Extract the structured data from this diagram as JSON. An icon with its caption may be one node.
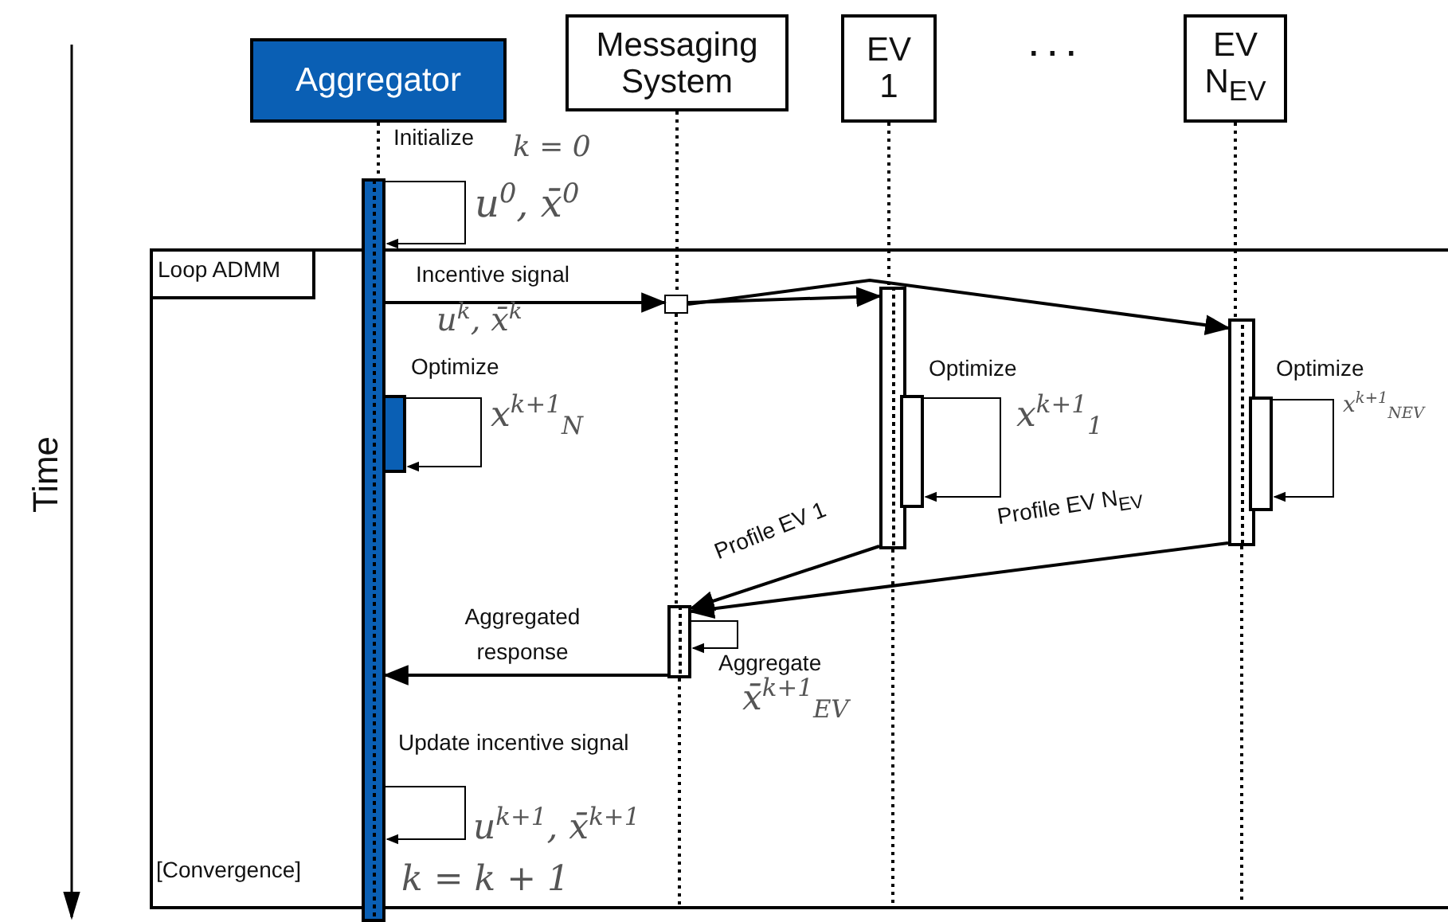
{
  "diagram": {
    "nodes": [
      {
        "text": [
          "Aggregator"
        ]
      },
      {
        "text": [
          "Messaging System"
        ]
      },
      {
        "text": [
          "EV 1"
        ]
      },
      {
        "text": [
          "EV N$_{EV}$"
        ]
      },
      {
        "text": [
          "Loop ADMM",
          "[Convergence]"
        ]
      },
      {
        "text": [],
        "shape": "bar"
      },
      {
        "text": [],
        "shape": "bar",
        "in": 4
      },
      {
        "text": [],
        "shape": "box",
        "in": 4
      },
      {
        "text": [],
        "shape": "bar",
        "in": 4
      },
      {
        "text": [],
        "shape": "bar",
        "in": 4
      },
      {
        "text": [],
        "shape": "bar",
        "in": 4
      },
      {
        "text": [],
        "shape": "bar",
        "in": 4
      },
      {
        "text": [],
        "shape": "bar",
        "in": 4
      }
    ],
    "edges": [
      {
        "from": 5,
        "to": 5,
        "arrow": "to",
        "label": "Initialize"
      },
      {
        "from": 5,
        "to": 7,
        "arrow": "to",
        "label": "Incentive signal"
      },
      {
        "from": 7,
        "to": 8,
        "arrow": "to"
      },
      {
        "from": 7,
        "to": 10,
        "arrow": "to"
      },
      {
        "from": 6,
        "to": 6,
        "arrow": "to",
        "label": "Optimize"
      },
      {
        "from": 9,
        "to": 9,
        "arrow": "to",
        "label": "Optimize"
      },
      {
        "from": 11,
        "to": 11,
        "arrow": "to",
        "label": "Optimize"
      },
      {
        "from": 8,
        "to": 12,
        "arrow": "to",
        "label": "Profile EV 1"
      },
      {
        "from": 10,
        "to": 12,
        "arrow": "to",
        "label": "Profile EV N$_{EV}$"
      },
      {
        "from": 12,
        "to": 12,
        "arrow": "to",
        "label": "Aggregate"
      },
      {
        "from": 12,
        "to": 5,
        "arrow": "to",
        "label": "Aggregated response"
      },
      {
        "from": 5,
        "to": 5,
        "arrow": "to",
        "label": "Update incentive signal"
      },
      {
        "from": 0,
        "to": 5,
        "arrow": "none",
        "style": "dashed"
      },
      {
        "from": 1,
        "to": 7,
        "arrow": "none",
        "style": "dashed"
      },
      {
        "from": 7,
        "to": 12,
        "arrow": "none",
        "style": "dashed"
      },
      {
        "from": 12,
        "to": null,
        "arrow": "none",
        "style": "dashed"
      },
      {
        "from": 2,
        "to": 8,
        "arrow": "none",
        "style": "dashed"
      },
      {
        "from": 8,
        "to": null,
        "arrow": "none",
        "style": "dashed"
      },
      {
        "from": 3,
        "to": 10,
        "arrow": "none",
        "style": "dashed"
      },
      {
        "from": 10,
        "to": null,
        "arrow": "none",
        "style": "dashed"
      }
    ],
    "labels": [
      "Time",
      "...",
      "k = 0",
      "u$^{0}$, x̄$^{0}$",
      "u$^{k}$, x̄$^{k}$",
      "x$^{k+1}$$_{N}$",
      "x$^{k+1}$$_{1}$",
      "x$^{k+1}$$_{N}$$_{EV}$",
      "x̄$^{k+1}$$_{EV}$",
      "u$^{k+1}$, x̄$^{k+1}$",
      "k = k + 1"
    ]
  }
}
